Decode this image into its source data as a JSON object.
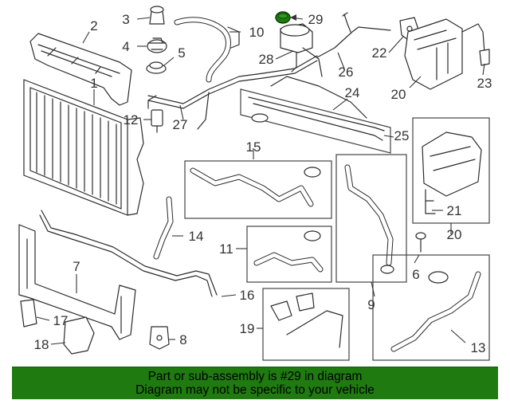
{
  "callouts": {
    "c1": "1",
    "c2": "2",
    "c3": "3",
    "c4": "4",
    "c5": "5",
    "c6": "6",
    "c7": "7",
    "c8": "8",
    "c9": "9",
    "c10": "10",
    "c11": "11",
    "c12": "12",
    "c13": "13",
    "c14": "14",
    "c15": "15",
    "c16": "16",
    "c17": "17",
    "c18": "18",
    "c19": "19",
    "c20a": "20",
    "c20b": "20",
    "c21": "21",
    "c22": "22",
    "c23": "23",
    "c24": "24",
    "c25": "25",
    "c26": "26",
    "c27": "27",
    "c28": "28",
    "c29": "29"
  },
  "highlight": {
    "part": "29",
    "color": "#1f7a10"
  },
  "banner": {
    "line1": "Part or sub-assembly is #29 in diagram",
    "line2": "Diagram may not be specific to your vehicle",
    "color": "#1f7a10"
  }
}
